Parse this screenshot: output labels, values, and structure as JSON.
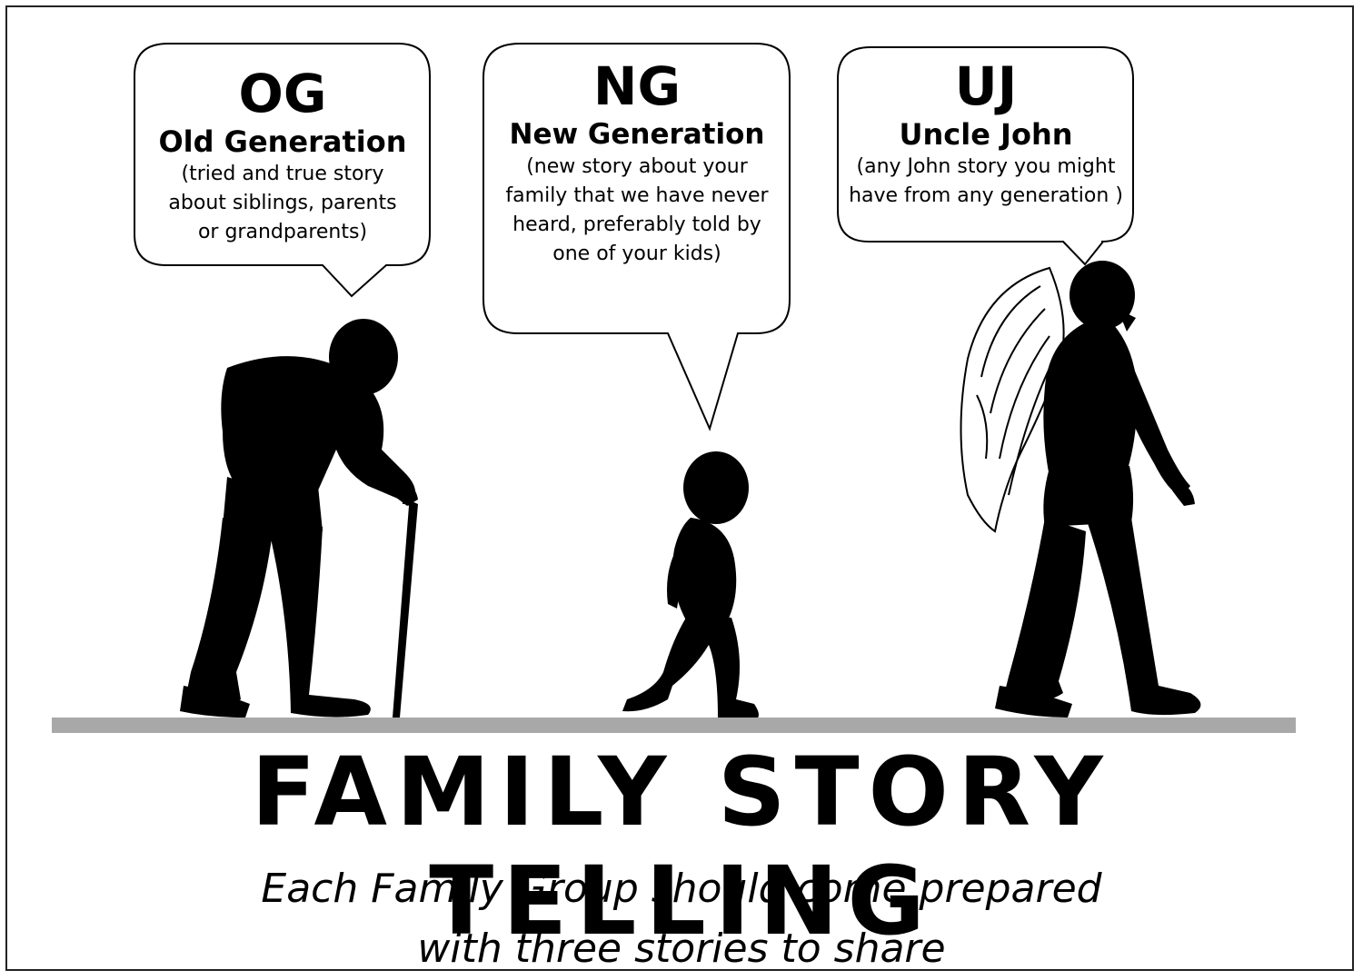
{
  "bubbles": [
    {
      "abbr": "OG",
      "label": "Old Generation",
      "desc_lines": [
        "(tried and true story",
        "about siblings, parents",
        "or grandparents)"
      ]
    },
    {
      "abbr": "NG",
      "label": "New Generation",
      "desc_lines": [
        "(new story about your",
        "family that we have never",
        "heard, preferably told by",
        "one of your kids)"
      ]
    },
    {
      "abbr": "UJ",
      "label": "Uncle John",
      "desc_lines": [
        "(any John story you might",
        "have from any generation )"
      ]
    }
  ],
  "figures": {
    "old_man": "old-man-with-cane-silhouette",
    "child": "walking-child-silhouette",
    "angel_man": "walking-man-with-angel-wings-silhouette"
  },
  "title": "FAMILY STORY TELLING",
  "subtitle_lines": [
    "Each Family Group should come prepared",
    "with three stories to share"
  ],
  "colors": {
    "ground": "#a8a8a8",
    "silhouette": "#000000",
    "background": "#ffffff"
  }
}
